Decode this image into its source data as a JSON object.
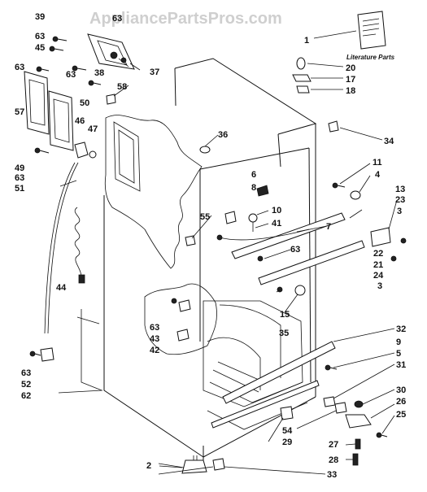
{
  "watermark": "AppliancePartsPros.com",
  "literature_label": "Literature Parts",
  "callouts": {
    "c1": "1",
    "c2": "2",
    "c3a": "3",
    "c3b": "3",
    "c4": "4",
    "c5": "5",
    "c6": "6",
    "c7": "7",
    "c8": "8",
    "c9": "9",
    "c10": "10",
    "c11": "11",
    "c13": "13",
    "c15": "15",
    "c17": "17",
    "c18": "18",
    "c20": "20",
    "c21": "21",
    "c22": "22",
    "c23": "23",
    "c24": "24",
    "c25": "25",
    "c26": "26",
    "c27": "27",
    "c28": "28",
    "c29": "29",
    "c30": "30",
    "c31": "31",
    "c32": "32",
    "c33": "33",
    "c34": "34",
    "c35": "35",
    "c36": "36",
    "c37": "37",
    "c38": "38",
    "c39": "39",
    "c41": "41",
    "c42": "42",
    "c43": "43",
    "c44": "44",
    "c45": "45",
    "c46": "46",
    "c47": "47",
    "c49": "49",
    "c50": "50",
    "c51": "51",
    "c52": "52",
    "c54": "54",
    "c55": "55",
    "c57": "57",
    "c58": "58",
    "c62": "62",
    "c63a": "63",
    "c63b": "63",
    "c63c": "63",
    "c63d": "63",
    "c63e": "63",
    "c63f": "63",
    "c63g": "63"
  }
}
